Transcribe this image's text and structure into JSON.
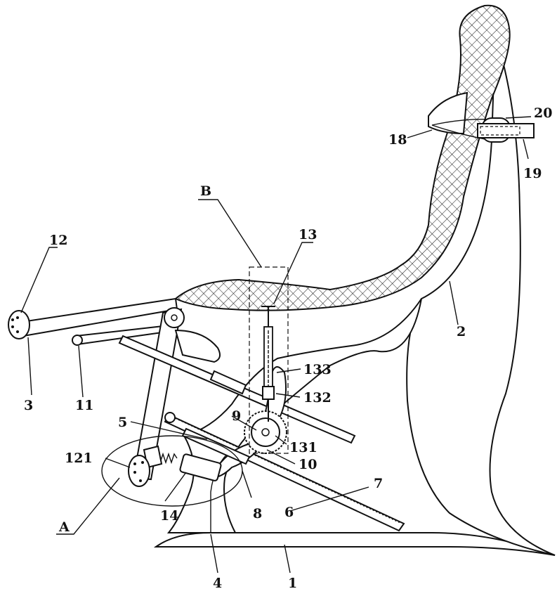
{
  "labels": {
    "l1": "1",
    "l2": "2",
    "l3": "3",
    "l4": "4",
    "l5": "5",
    "l6": "6",
    "l7": "7",
    "l8": "8",
    "l9": "9",
    "l10": "10",
    "l11": "11",
    "l12": "12",
    "l13": "13",
    "l14": "14",
    "l18": "18",
    "l19": "19",
    "l20": "20",
    "l121": "121",
    "l131": "131",
    "l132": "132",
    "l133": "133",
    "lA": "A",
    "lB": "B"
  },
  "style": {
    "line_color": "#111111",
    "background": "#ffffff"
  }
}
